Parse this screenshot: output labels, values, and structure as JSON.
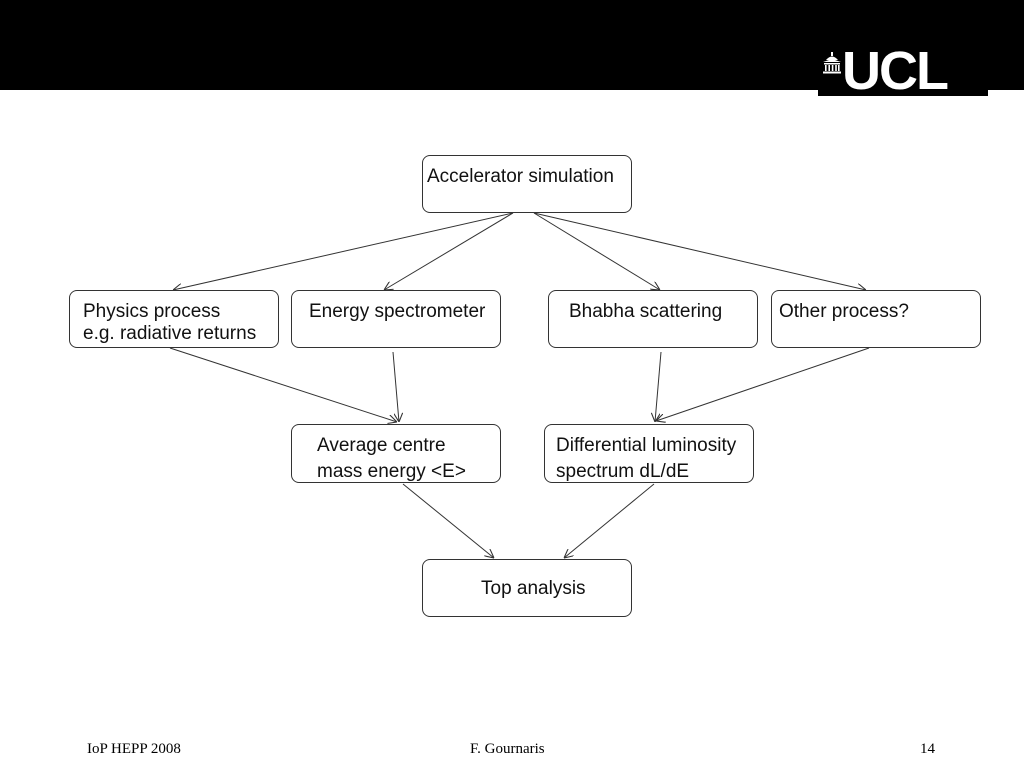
{
  "header": {
    "logo_text": "UCL"
  },
  "diagram": {
    "nodes": {
      "accelerator": [
        "Accelerator simulation"
      ],
      "physics": [
        "Physics process",
        "e.g. radiative returns"
      ],
      "energy": [
        "Energy spectrometer"
      ],
      "bhabha": [
        "Bhabha scattering"
      ],
      "other": [
        "Other process?"
      ],
      "average": [
        "Average centre",
        "mass energy <E>"
      ],
      "differential": [
        "Differential luminosity",
        "spectrum dL/dE"
      ],
      "top": [
        "Top analysis"
      ]
    }
  },
  "footer": {
    "left": "IoP HEPP 2008",
    "center": "F. Gournaris",
    "page": "14"
  }
}
